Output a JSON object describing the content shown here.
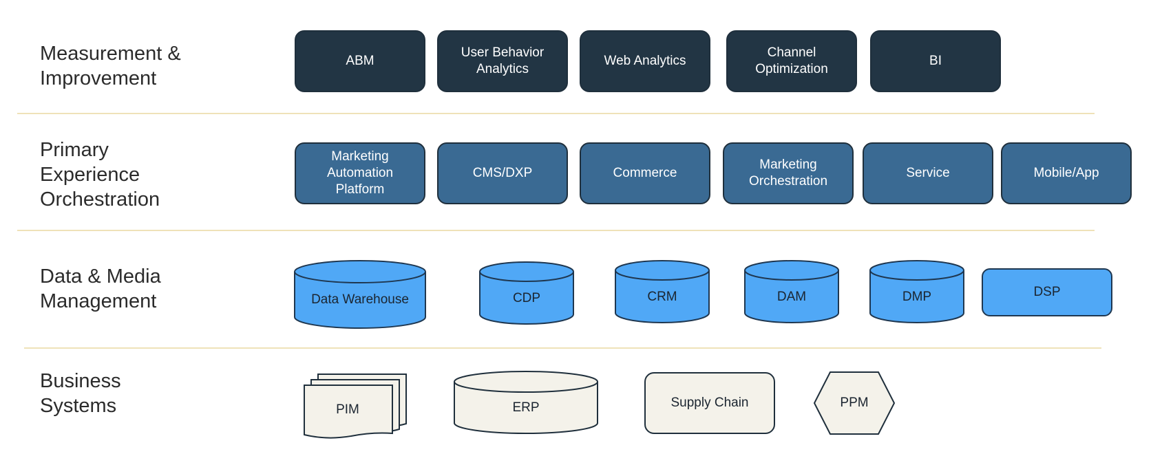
{
  "colors": {
    "measurement_fill": "#223544",
    "orchestration_fill": "#3a6a93",
    "data_fill": "#50a8f6",
    "business_fill": "#f4f2ea",
    "separator": "#efe2b8",
    "outline": "#1f2f3c"
  },
  "layers": {
    "measurement": {
      "label": "Measurement & Improvement",
      "items": [
        "ABM",
        "User Behavior Analytics",
        "Web Analytics",
        "Channel Optimization",
        "BI"
      ]
    },
    "orchestration": {
      "label": "Primary Experience Orchestration",
      "items": [
        "Marketing Automation Platform",
        "CMS/DXP",
        "Commerce",
        "Marketing Orchestration",
        "Service",
        "Mobile/App"
      ]
    },
    "data": {
      "label": "Data & Media Management",
      "items": [
        "Data Warehouse",
        "CDP",
        "CRM",
        "DAM",
        "DMP",
        "DSP"
      ]
    },
    "business": {
      "label": "Business Systems",
      "items": [
        "PIM",
        "ERP",
        "Supply Chain",
        "PPM"
      ]
    }
  }
}
